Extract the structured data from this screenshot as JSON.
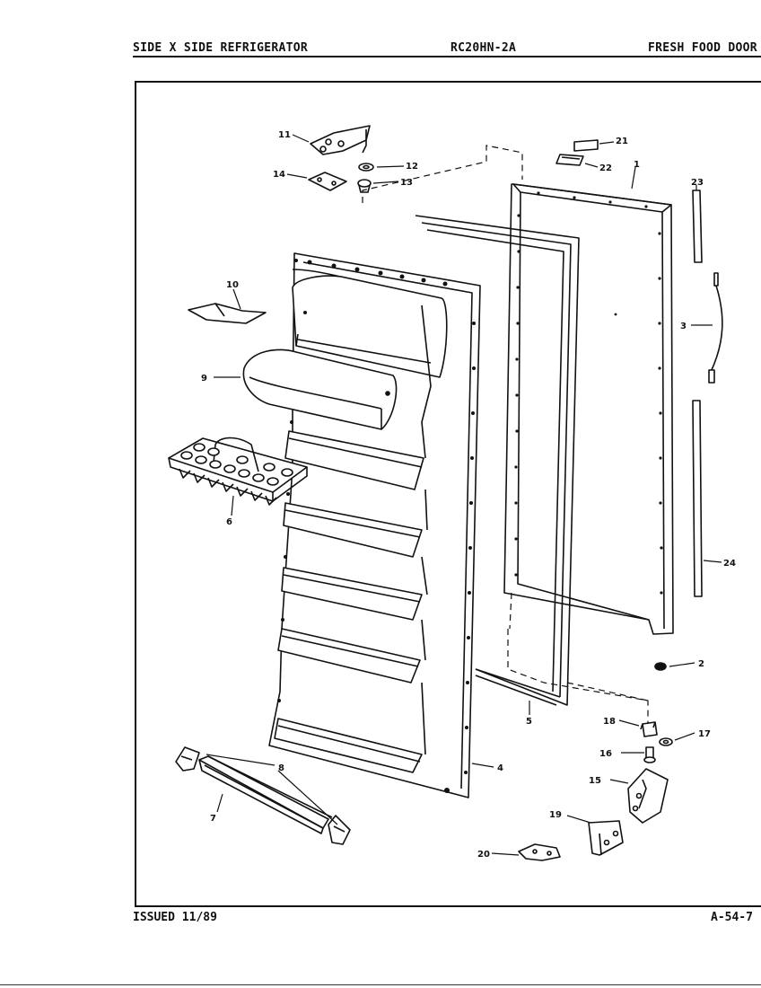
{
  "header": {
    "left": "SIDE X SIDE REFRIGERATOR",
    "center": "RC20HN-2A",
    "right": "FRESH FOOD DOOR"
  },
  "footer": {
    "left": "ISSUED 11/89",
    "right": "A-54-7"
  },
  "callouts": {
    "p1": "1",
    "p2": "2",
    "p3": "3",
    "p4": "4",
    "p5": "5",
    "p6": "6",
    "p7": "7",
    "p8": "8",
    "p9": "9",
    "p10": "10",
    "p11": "11",
    "p12": "12",
    "p13": "13",
    "p14": "14",
    "p15": "15",
    "p16": "16",
    "p17": "17",
    "p18": "18",
    "p19": "19",
    "p20": "20",
    "p21": "21",
    "p22": "22",
    "p23": "23",
    "p24": "24"
  }
}
